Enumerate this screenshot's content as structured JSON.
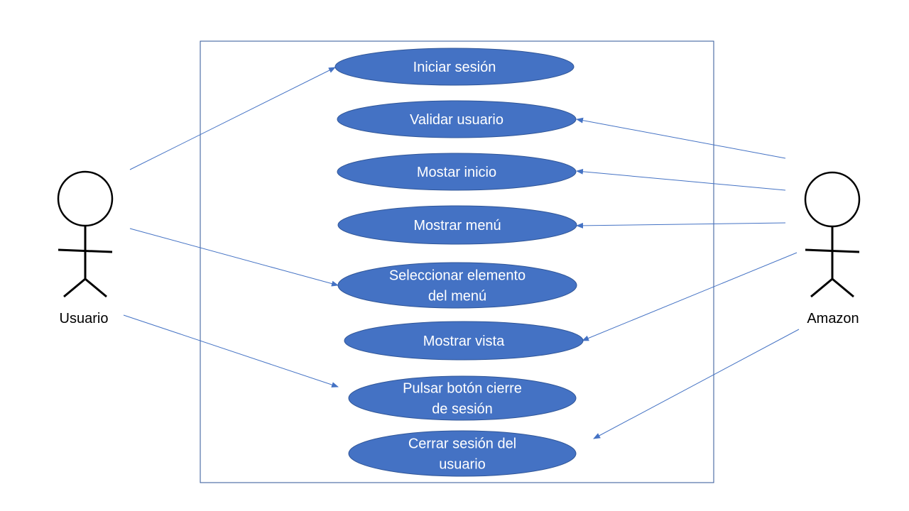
{
  "colors": {
    "background": "#ffffff",
    "use_case_fill": "#4472c4",
    "use_case_stroke": "#2f5597",
    "use_case_text": "#ffffff",
    "connector": "#4472c4",
    "boundary": "#2f5597",
    "actor": "#000000"
  },
  "actors": {
    "left": {
      "label": "Usuario",
      "icon": "stick-figure-icon"
    },
    "right": {
      "label": "Amazon",
      "icon": "stick-figure-icon"
    }
  },
  "use_cases": [
    {
      "id": "uc1",
      "lines": [
        "Iniciar sesión"
      ]
    },
    {
      "id": "uc2",
      "lines": [
        "Validar usuario"
      ]
    },
    {
      "id": "uc3",
      "lines": [
        "Mostar inicio"
      ]
    },
    {
      "id": "uc4",
      "lines": [
        "Mostrar menú"
      ]
    },
    {
      "id": "uc5",
      "lines": [
        "Seleccionar elemento",
        "del menú"
      ]
    },
    {
      "id": "uc6",
      "lines": [
        "Mostrar vista"
      ]
    },
    {
      "id": "uc7",
      "lines": [
        "Pulsar botón cierre",
        "de sesión"
      ]
    },
    {
      "id": "uc8",
      "lines": [
        "Cerrar sesión del",
        "usuario"
      ]
    }
  ],
  "associations": [
    {
      "from": "left",
      "to": "uc1"
    },
    {
      "from": "left",
      "to": "uc5"
    },
    {
      "from": "left",
      "to": "uc7"
    },
    {
      "from": "right",
      "to": "uc2"
    },
    {
      "from": "right",
      "to": "uc3"
    },
    {
      "from": "right",
      "to": "uc4"
    },
    {
      "from": "right",
      "to": "uc6"
    },
    {
      "from": "right",
      "to": "uc8"
    }
  ]
}
